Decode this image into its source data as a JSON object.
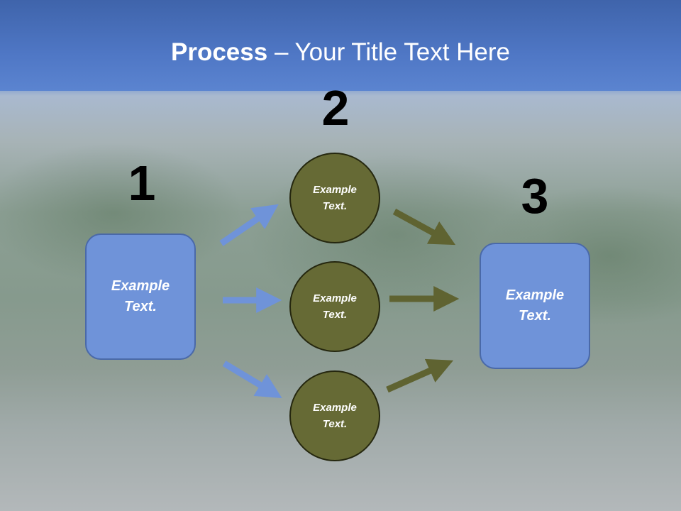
{
  "slide": {
    "title_bold": "Process",
    "title_rest": " – Your Title Text Here"
  },
  "steps": [
    {
      "number": "1"
    },
    {
      "number": "2"
    },
    {
      "number": "3"
    }
  ],
  "nodes": {
    "left_box": "Example\nText.",
    "circle_top": "Example\nText.",
    "circle_middle": "Example\nText.",
    "circle_bottom": "Example\nText.",
    "right_box": "Example\nText."
  },
  "colors": {
    "title_band": "#4f77c5",
    "box_fill": "#6f93d9",
    "circle_fill": "#666a35",
    "blue_arrow": "#6f93d9",
    "olive_arrow": "#5f6331"
  }
}
